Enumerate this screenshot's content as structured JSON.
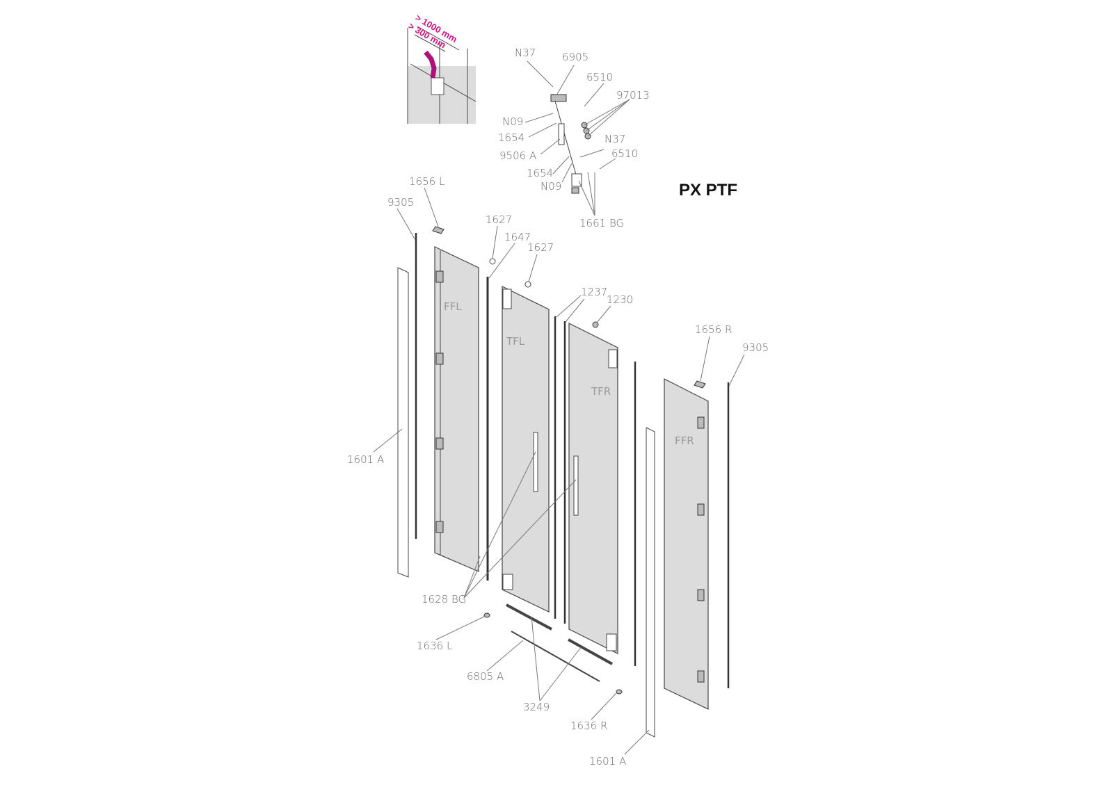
{
  "title": "PX PTF",
  "inset": {
    "dim_outer": "> 1000 mm",
    "dim_inner": "> 300 mm",
    "accent_color": "#d0147f"
  },
  "labels": {
    "n37_top": "N37",
    "p6905": "6905",
    "p6510_top": "6510",
    "p97013": "97013",
    "n09_top": "N09",
    "p1654_top": "1654",
    "p9506a": "9506 A",
    "n37_bot": "N37",
    "p6510_bot": "6510",
    "p1654_bot": "1654",
    "n09_bot": "N09",
    "p1661bg": "1661 BG",
    "p1656l": "1656 L",
    "p9305_left": "9305",
    "p1627_a": "1627",
    "p1647": "1647",
    "p1627_b": "1627",
    "p1237": "1237",
    "p1230": "1230",
    "p1656r": "1656 R",
    "p9305_right": "9305",
    "p1601a_left": "1601 A",
    "p1628bg": "1628 BG",
    "p1636l": "1636 L",
    "p6805a": "6805 A",
    "p3249": "3249",
    "p1636r": "1636 R",
    "p1601a_right": "1601 A"
  },
  "panels": {
    "ffl": "FFL",
    "tfl": "TFL",
    "tfr": "TFR",
    "ffr": "FFR"
  }
}
